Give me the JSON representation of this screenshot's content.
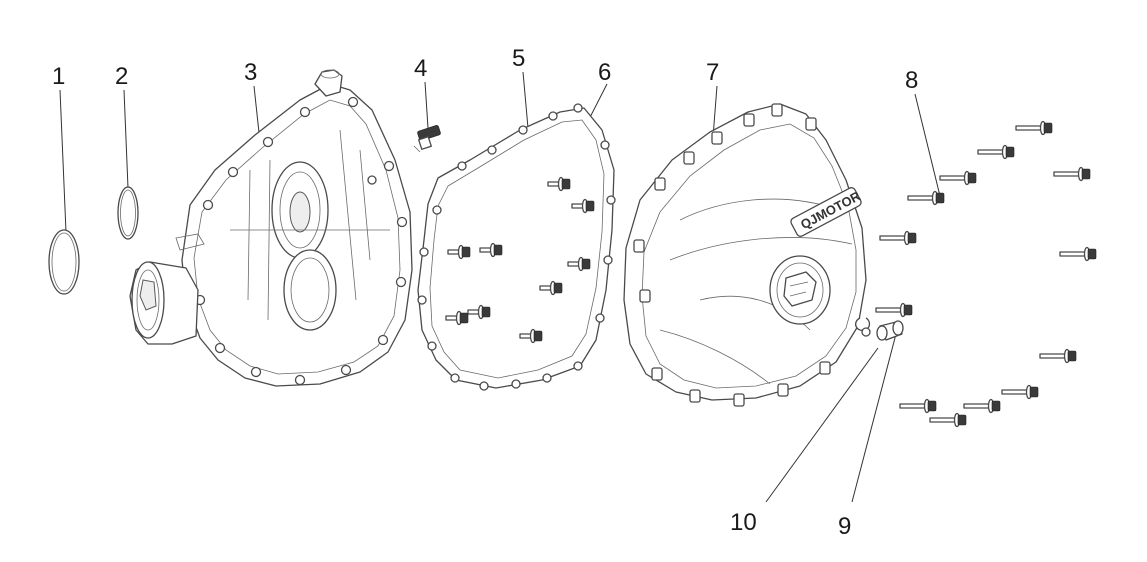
{
  "diagram": {
    "callouts": [
      "1",
      "2",
      "3",
      "4",
      "5",
      "6",
      "7",
      "8",
      "9",
      "10"
    ],
    "cover_logo_text": "QJMOTOR"
  },
  "colors": {
    "line": "#4a4a4a",
    "fill": "#ffffff",
    "label": "#1a1a1a"
  }
}
